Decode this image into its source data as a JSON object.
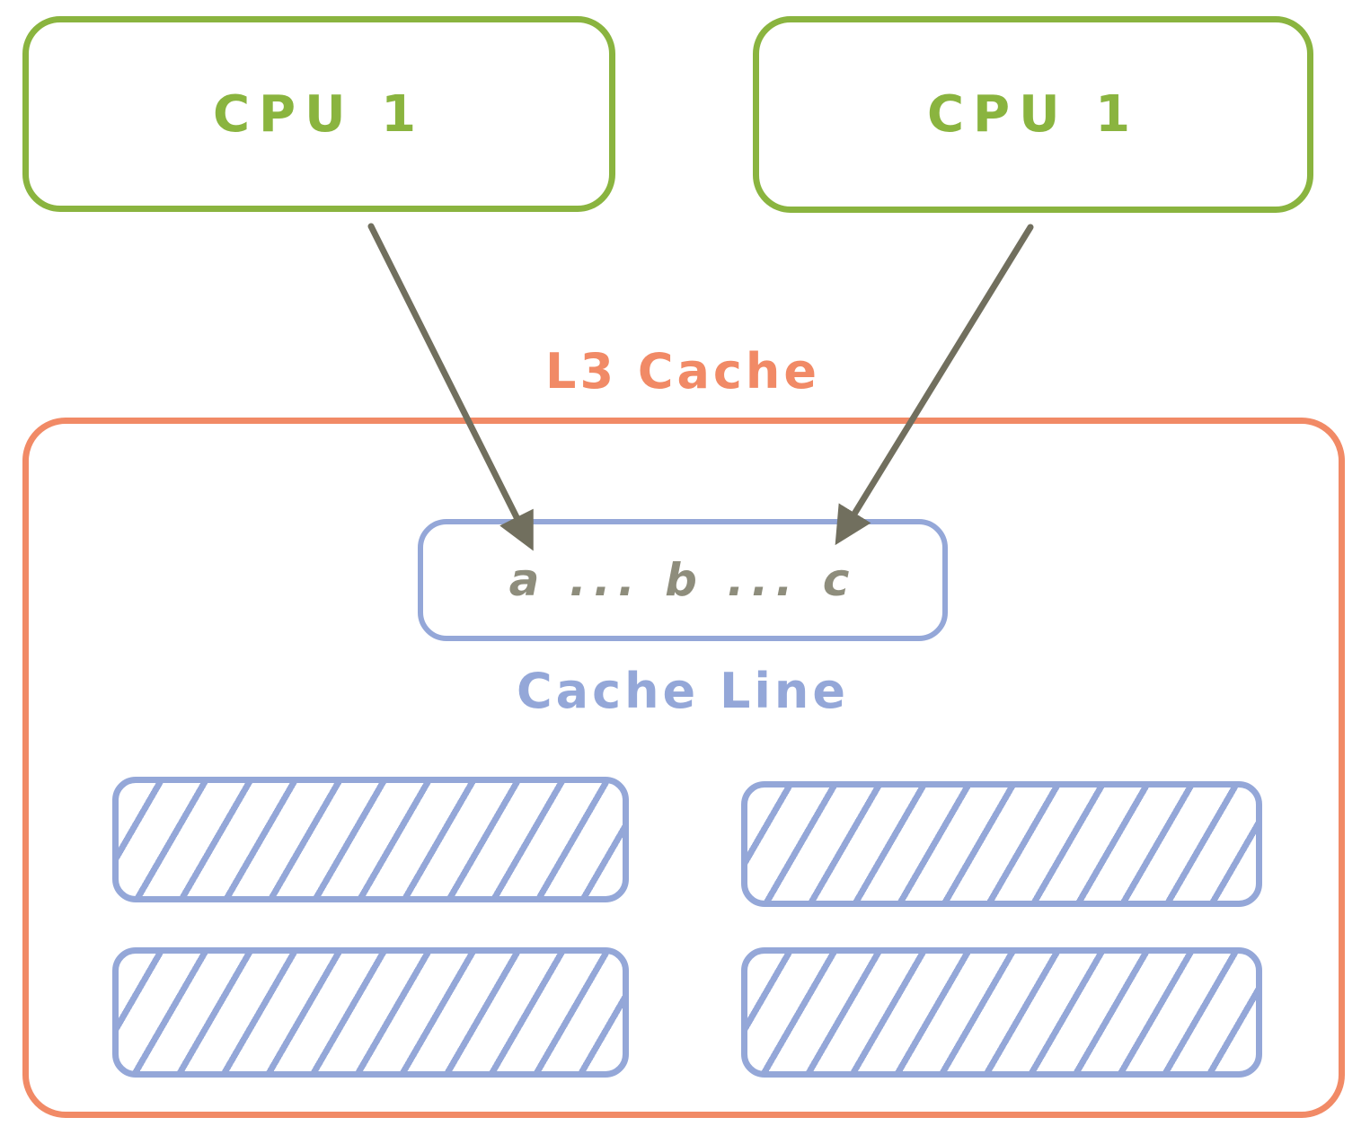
{
  "colors": {
    "green": "#8ab43f",
    "orange": "#f18a66",
    "blue": "#94a7d8",
    "arrow": "#716f5e",
    "cache_text": "#8e8d7c"
  },
  "cpus": [
    {
      "label": "CPU 1"
    },
    {
      "label": "CPU 1"
    }
  ],
  "l3_cache": {
    "label": "L3 Cache"
  },
  "cache_line": {
    "content": "a ... b ... c",
    "label": "Cache Line"
  }
}
